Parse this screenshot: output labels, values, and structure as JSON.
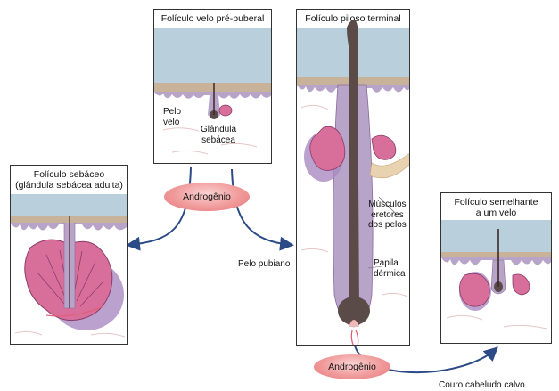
{
  "panels": {
    "vellus": {
      "title": "Folículo velo pré-puberal",
      "label_vellus": [
        "Pelo",
        "velo"
      ],
      "label_gland": [
        "Glândula",
        "sebácea"
      ]
    },
    "sebaceous": {
      "title": [
        "Folículo sebáceo",
        "(glândula sebácea adulta)"
      ]
    },
    "terminal": {
      "title": "Folículo piloso terminal",
      "label_muscle": [
        "Músculos",
        "eretores",
        "dos pelos"
      ],
      "label_papilla": [
        "Papila",
        "dérmica"
      ]
    },
    "vellus_like": {
      "title": [
        "Folículo semelhante",
        "a um velo"
      ]
    }
  },
  "androgen_top": "Androgênio",
  "androgen_bottom": "Androgênio",
  "arrow_pubic": "Pelo pubiano",
  "arrow_scalp": "Couro cabeludo calvo",
  "colors": {
    "skin": "#b9cfdc",
    "epidermis": "#b7a4c8",
    "gland": "#d86f9a",
    "arrow": "#2b4a86"
  }
}
